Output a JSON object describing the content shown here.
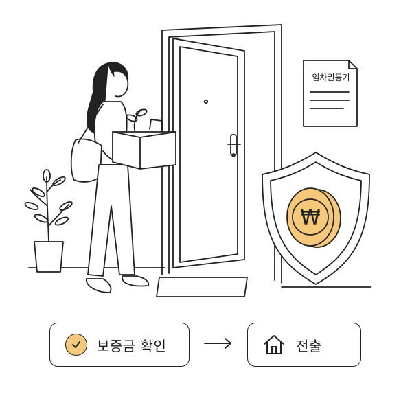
{
  "document": {
    "title": "임차권등기"
  },
  "coin": {
    "symbol": "₩",
    "color": "#f6c97a"
  },
  "actions": [
    {
      "label": "보증금 확인",
      "icon": "check-icon"
    },
    {
      "label": "전출",
      "icon": "house-icon"
    }
  ],
  "flow": {
    "connector_icon": "right-arrow-icon"
  }
}
